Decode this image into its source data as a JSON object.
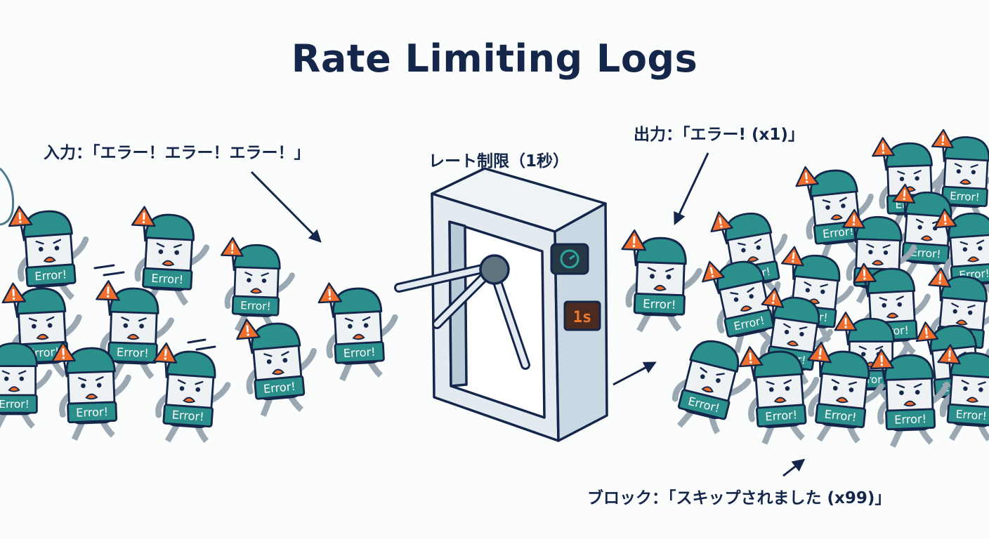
{
  "title": "Rate Limiting Logs",
  "labels": {
    "input": "入力：「エラー！エラー！エラー！」",
    "gate": "レート制限（1秒）",
    "output": "出力：「エラー! (x1)」",
    "blocked": "ブロック：「スキップされました (x99)」"
  },
  "badge_text": "Error!",
  "display_text": "1s",
  "colors": {
    "navy": "#14264a",
    "teal": "#2b8f8b",
    "warning": "#ef6d2d",
    "gate": "#dde7ee"
  },
  "icons": [
    "warning-triangle-icon",
    "clock-icon",
    "arrow-icon",
    "speed-lines-icon"
  ]
}
